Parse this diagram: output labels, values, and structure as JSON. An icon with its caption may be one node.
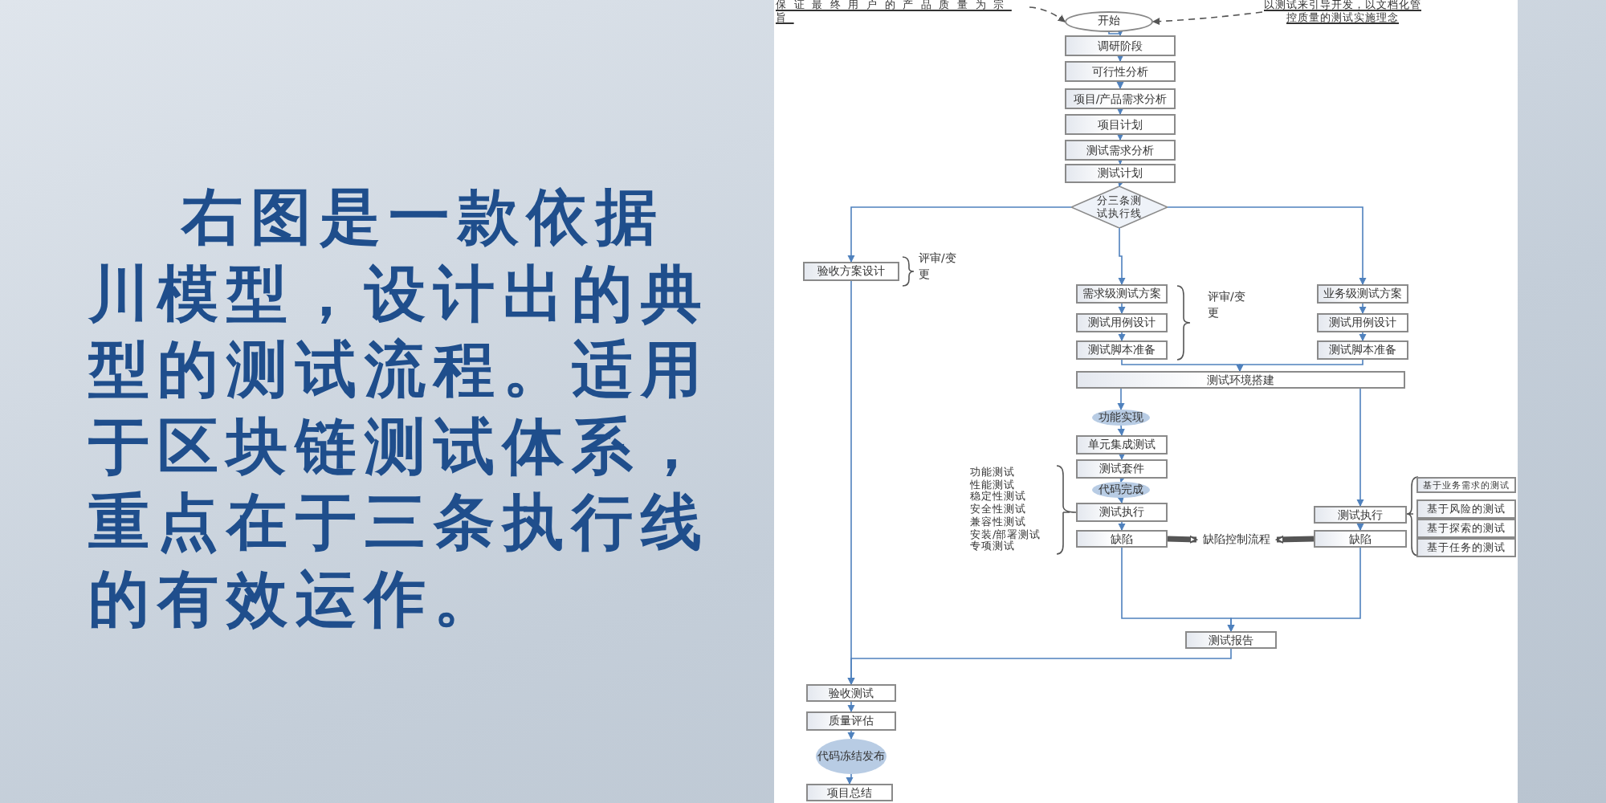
{
  "diagram": {
    "nodes": [
      {
        "text": [
          "保证最终用户的产品质量为宗旨"
        ]
      },
      {
        "text": [
          "以测试来引导开发，以文档化管控质量的测试实施理念"
        ]
      },
      {
        "text": [
          "开始"
        ]
      },
      {
        "text": [
          "调研阶段"
        ]
      },
      {
        "text": [
          "可行性分析"
        ]
      },
      {
        "text": [
          "项目/产品需求分析"
        ]
      },
      {
        "text": [
          "项目计划"
        ]
      },
      {
        "text": [
          "测试需求分析"
        ]
      },
      {
        "text": [
          "测试计划"
        ]
      },
      {
        "text": [
          "分三条测试执行线"
        ]
      },
      {
        "text": [
          "验收方案设计"
        ]
      },
      {
        "text": [
          "需求级测试方案"
        ]
      },
      {
        "text": [
          "测试用例设计"
        ]
      },
      {
        "text": [
          "测试脚本准备"
        ]
      },
      {
        "text": [
          "业务级测试方案"
        ]
      },
      {
        "text": [
          "测试用例设计"
        ]
      },
      {
        "text": [
          "测试脚本准备"
        ]
      },
      {
        "text": [
          "测试环境搭建"
        ]
      },
      {
        "text": [
          "功能实现"
        ]
      },
      {
        "text": [
          "单元集成测试"
        ]
      },
      {
        "text": [
          "测试套件"
        ]
      },
      {
        "text": [
          "代码完成"
        ]
      },
      {
        "text": [
          "测试执行"
        ]
      },
      {
        "text": [
          "缺陷"
        ]
      },
      {
        "text": [
          "缺陷控制流程"
        ]
      },
      {
        "text": [
          "测试执行"
        ]
      },
      {
        "text": [
          "缺陷"
        ]
      },
      {
        "text": [
          "基于业务需求的测试"
        ]
      },
      {
        "text": [
          "基于风险的测试"
        ]
      },
      {
        "text": [
          "基于探索的测试"
        ]
      },
      {
        "text": [
          "基于任务的测试"
        ]
      },
      {
        "text": [
          "测试报告"
        ]
      },
      {
        "text": [
          "验收测试"
        ]
      },
      {
        "text": [
          "质量评估"
        ]
      },
      {
        "text": [
          "代码冻结发布"
        ]
      },
      {
        "text": [
          "项目总结"
        ]
      }
    ],
    "edges": [
      {
        "from": 0,
        "to": 2,
        "arrow": "to",
        "style": "dashed",
        "color": "#555555"
      },
      {
        "from": 1,
        "to": 2,
        "arrow": "to",
        "style": "dashed",
        "color": "#555555"
      },
      {
        "from": 2,
        "to": 3,
        "arrow": "to"
      },
      {
        "from": 3,
        "to": 4,
        "arrow": "to"
      },
      {
        "from": 4,
        "to": 5,
        "arrow": "to"
      },
      {
        "from": 5,
        "to": 6,
        "arrow": "to"
      },
      {
        "from": 6,
        "to": 7,
        "arrow": "to"
      },
      {
        "from": 7,
        "to": 8,
        "arrow": "to"
      },
      {
        "from": 8,
        "to": 9,
        "arrow": "to"
      },
      {
        "from": 9,
        "to": 10,
        "arrow": "to"
      },
      {
        "from": 9,
        "to": 11,
        "arrow": "to"
      },
      {
        "from": 9,
        "to": 14,
        "arrow": "to"
      },
      {
        "from": 11,
        "to": 12,
        "arrow": "to"
      },
      {
        "from": 12,
        "to": 13,
        "arrow": "to"
      },
      {
        "from": 14,
        "to": 15,
        "arrow": "to"
      },
      {
        "from": 15,
        "to": 16,
        "arrow": "to"
      },
      {
        "from": 13,
        "to": 17,
        "arrow": "to"
      },
      {
        "from": 16,
        "to": 17,
        "arrow": "to"
      },
      {
        "from": 17,
        "to": 18,
        "arrow": "to"
      },
      {
        "from": 17,
        "to": 25,
        "arrow": "to"
      },
      {
        "from": 18,
        "to": 19,
        "arrow": "to"
      },
      {
        "from": 19,
        "to": 20,
        "arrow": "to"
      },
      {
        "from": 20,
        "to": 21,
        "arrow": "to"
      },
      {
        "from": 21,
        "to": 22,
        "arrow": "to"
      },
      {
        "from": 22,
        "to": 23,
        "arrow": "to"
      },
      {
        "from": 25,
        "to": 26,
        "arrow": "to"
      },
      {
        "from": 23,
        "to": 24,
        "arrow": "to",
        "style": "thick",
        "color": "#555555"
      },
      {
        "from": 26,
        "to": 24,
        "arrow": "to",
        "style": "thick",
        "color": "#555555"
      },
      {
        "from": 23,
        "to": 31,
        "arrow": "to"
      },
      {
        "from": 26,
        "to": 31,
        "arrow": "to"
      },
      {
        "from": 10,
        "to": 32,
        "arrow": "to"
      },
      {
        "from": 31,
        "to": 32,
        "arrow": "to"
      },
      {
        "from": 32,
        "to": 33,
        "arrow": "to"
      },
      {
        "from": 33,
        "to": 34,
        "arrow": "to"
      },
      {
        "from": 34,
        "to": 35,
        "arrow": "to"
      }
    ],
    "labels": [
      "右图是一款依据川模型，设计出的典型的测试流程。适用于区块链测试体系，重点在于三条执行线的有效运作。",
      "评审/变更",
      "评审/变更",
      "功能测试",
      "性能测试",
      "稳定性测试",
      "安全性测试",
      "兼容性测试",
      "安装/部署测试",
      "专项测试"
    ]
  }
}
